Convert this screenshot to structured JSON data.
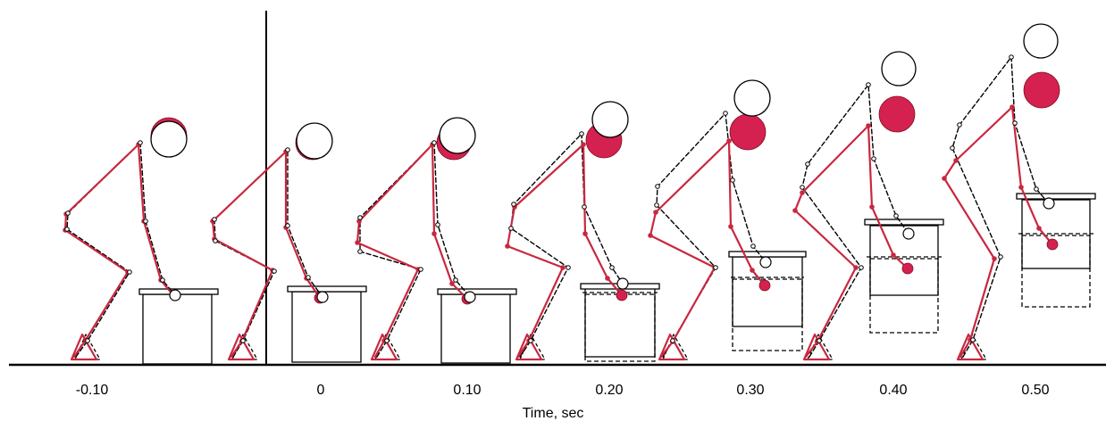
{
  "figure": {
    "x_label": "Time, sec",
    "colors": {
      "subject": "#c8283f",
      "subject_fill": "#d42150",
      "reference": "#000000",
      "background": "#ffffff"
    }
  },
  "frames": [
    {
      "time_label": "-0.10"
    },
    {
      "time_label": "0"
    },
    {
      "time_label": "0.10"
    },
    {
      "time_label": "0.20"
    },
    {
      "time_label": "0.30"
    },
    {
      "time_label": "0.40"
    },
    {
      "time_label": "0.50"
    }
  ]
}
